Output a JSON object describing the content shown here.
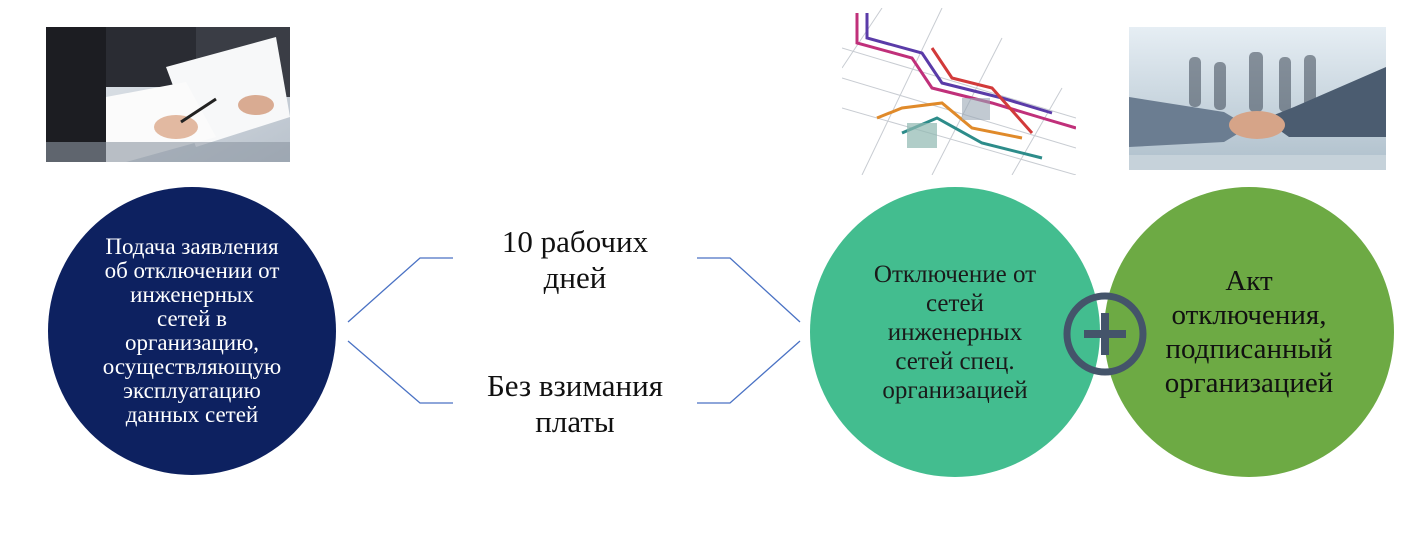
{
  "steps": {
    "application": "Подача заявления\nоб отключении от\nинженерных\nсетей в\nорганизацию,\nосуществляющую\nэксплуатацию\nданных сетей",
    "disconnection": "Отключение от\nсетей\nинженерных\nсетей спец.\nорганизацией",
    "act": "Акт\nотключения,\nподписанный\nорганизацией"
  },
  "conditions": {
    "days": "10 рабочих\nдней",
    "free": "Без взимания\nплаты"
  },
  "icons": {
    "plus": "plus-icon",
    "photo_meeting": "meeting-photo",
    "photo_schematic": "schematic-photo",
    "photo_handshake": "handshake-photo"
  },
  "colors": {
    "application_circle": "#0d2160",
    "disconnection_circle": "#43bd8f",
    "act_circle": "#6daa44",
    "connector_line": "#4a72c4",
    "plus_icon": "#44546a"
  }
}
